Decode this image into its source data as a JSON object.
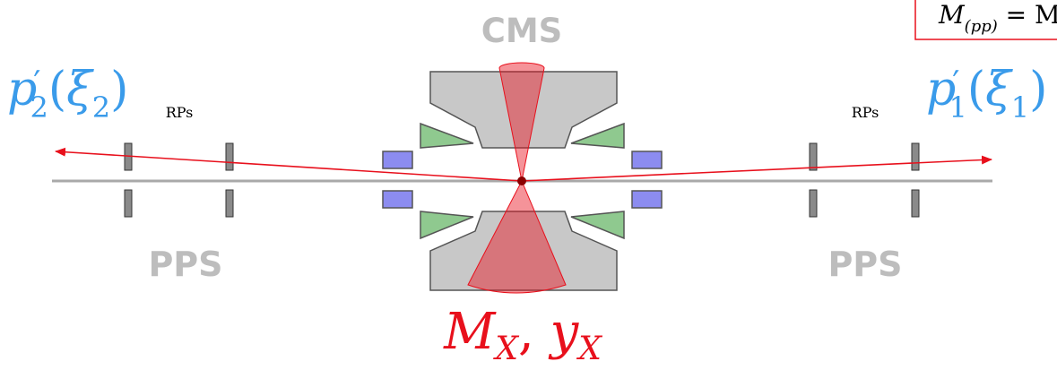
{
  "detector": {
    "name": "CMS"
  },
  "spectrometer": {
    "left_label": "PPS",
    "right_label": "PPS",
    "rp_label": "RPs"
  },
  "protons": {
    "left": {
      "p": "p",
      "prime": "′",
      "sub": "2",
      "arg_open": "(",
      "xi": "ξ",
      "xi_sub": "2",
      "arg_close": ")"
    },
    "right": {
      "p": "p",
      "prime": "′",
      "sub": "1",
      "arg_open": "(",
      "xi": "ξ",
      "xi_sub": "1",
      "arg_close": ")"
    }
  },
  "central_system": {
    "m": "M",
    "m_sub": "X",
    "sep": ", ",
    "y": "y",
    "y_sub": "X"
  },
  "formula_box": {
    "m": "M",
    "sub": "(pp)",
    "rest": " = M"
  },
  "colors": {
    "proton": "#3a9bea",
    "central": "#e8101c",
    "detector_body": "#c8c8c8",
    "endcap": "#8fc98f",
    "magnet": "#8c8cf0",
    "beamline": "#a9a9a9",
    "pot": "#8a8a8a"
  }
}
